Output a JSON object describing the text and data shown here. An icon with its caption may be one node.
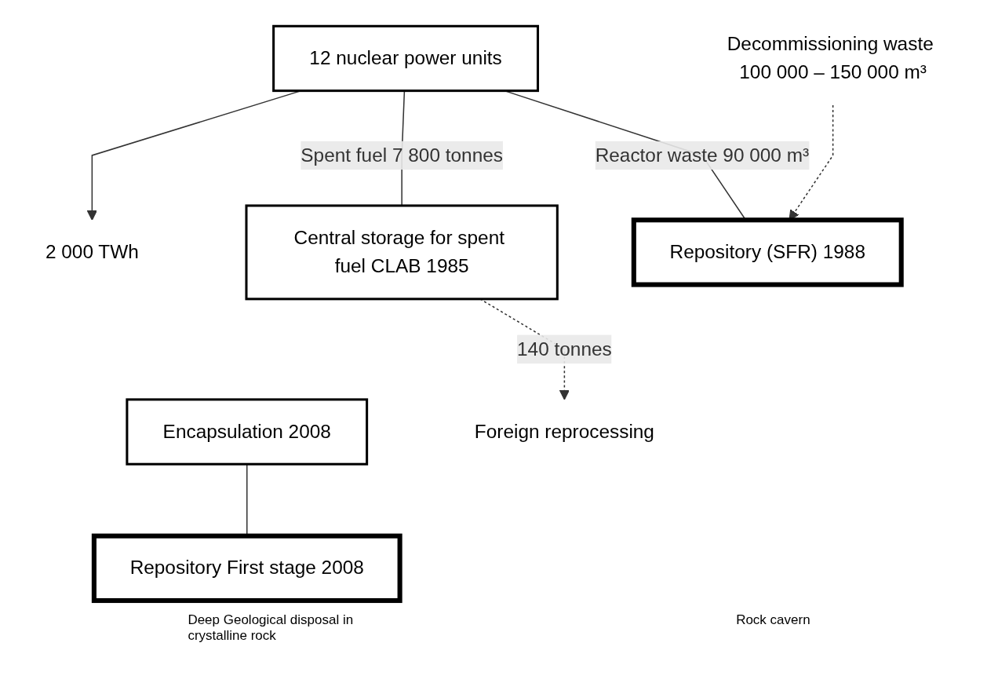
{
  "diagram": {
    "nodes": [
      {
        "text": [
          "12 nuclear power units"
        ]
      },
      {
        "text": [
          "2 000 TWh"
        ]
      },
      {
        "text": [
          "Central storage for spent fuel CLAB 1985"
        ]
      },
      {
        "text": [
          "Encapsulation 2008"
        ]
      },
      {
        "text": [
          "Foreign reprocessing"
        ]
      },
      {
        "text": [
          "Repository First stage 2008"
        ]
      },
      {
        "text": [
          "Decommissioning waste 100 000 – 150 000 m³"
        ]
      },
      {
        "text": [
          "Repository (SFR) 1988"
        ]
      }
    ],
    "labels": [
      "Deep Geological disposal in crystalline rock",
      "Rock cavern"
    ],
    "edges": [
      {
        "from": 0,
        "to": 1,
        "arrow": "to"
      },
      {
        "from": 0,
        "to": 2,
        "arrow": "none",
        "label": "Spent fuel 7 800 tonnes"
      },
      {
        "from": 0,
        "to": 7,
        "arrow": "none",
        "label": "Reactor waste 90 000 m³"
      },
      {
        "from": 2,
        "to": 4,
        "arrow": "to",
        "style": "dashed",
        "label": "140 tonnes"
      },
      {
        "from": 3,
        "to": 5,
        "arrow": "none"
      },
      {
        "from": 6,
        "to": 7,
        "arrow": "to",
        "style": "dashed"
      }
    ]
  }
}
